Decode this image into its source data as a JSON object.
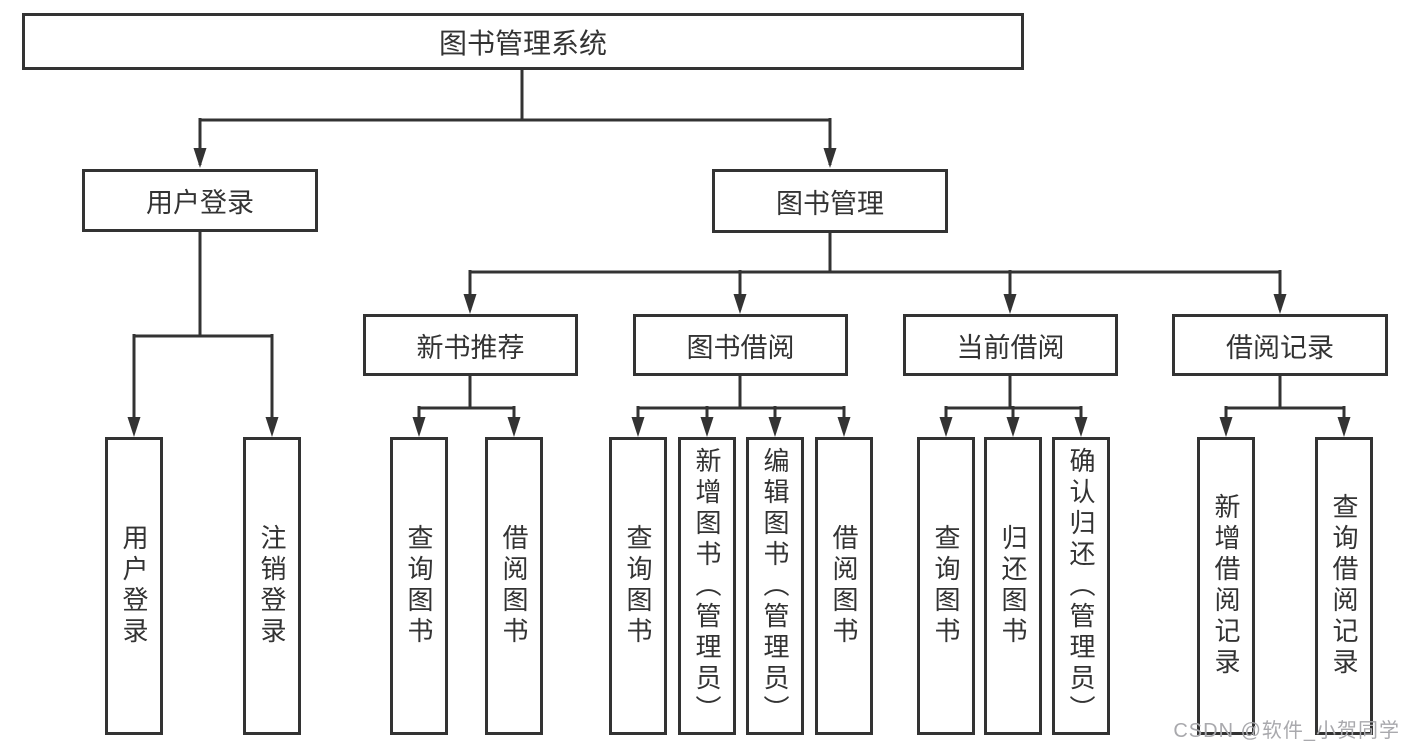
{
  "colors": {
    "line": "#333333",
    "box_border": "#333333",
    "text": "#333333",
    "background": "#ffffff",
    "watermark": "#a9a9ad"
  },
  "watermark": {
    "text": "CSDN @软件_小贺同学"
  },
  "diagram": {
    "type": "hierarchy-tree",
    "root": {
      "label": "图书管理系统"
    },
    "level2": [
      {
        "label": "用户登录",
        "parent": "图书管理系统"
      },
      {
        "label": "图书管理",
        "parent": "图书管理系统"
      }
    ],
    "level3": [
      {
        "label": "新书推荐",
        "parent": "图书管理"
      },
      {
        "label": "图书借阅",
        "parent": "图书管理"
      },
      {
        "label": "当前借阅",
        "parent": "图书管理"
      },
      {
        "label": "借阅记录",
        "parent": "图书管理"
      }
    ],
    "leaves": [
      {
        "label": "用户登录",
        "parent": "用户登录"
      },
      {
        "label": "注销登录",
        "parent": "用户登录"
      },
      {
        "label": "查询图书",
        "parent": "新书推荐"
      },
      {
        "label": "借阅图书",
        "parent": "新书推荐"
      },
      {
        "label": "查询图书",
        "parent": "图书借阅"
      },
      {
        "label": "新增图书（管理员）",
        "parent": "图书借阅"
      },
      {
        "label": "编辑图书（管理员）",
        "parent": "图书借阅"
      },
      {
        "label": "借阅图书",
        "parent": "图书借阅"
      },
      {
        "label": "查询图书",
        "parent": "当前借阅"
      },
      {
        "label": "归还图书",
        "parent": "当前借阅"
      },
      {
        "label": "确认归还（管理员）",
        "parent": "当前借阅"
      },
      {
        "label": "新增借阅记录",
        "parent": "借阅记录"
      },
      {
        "label": "查询借阅记录",
        "parent": "借阅记录"
      }
    ]
  }
}
